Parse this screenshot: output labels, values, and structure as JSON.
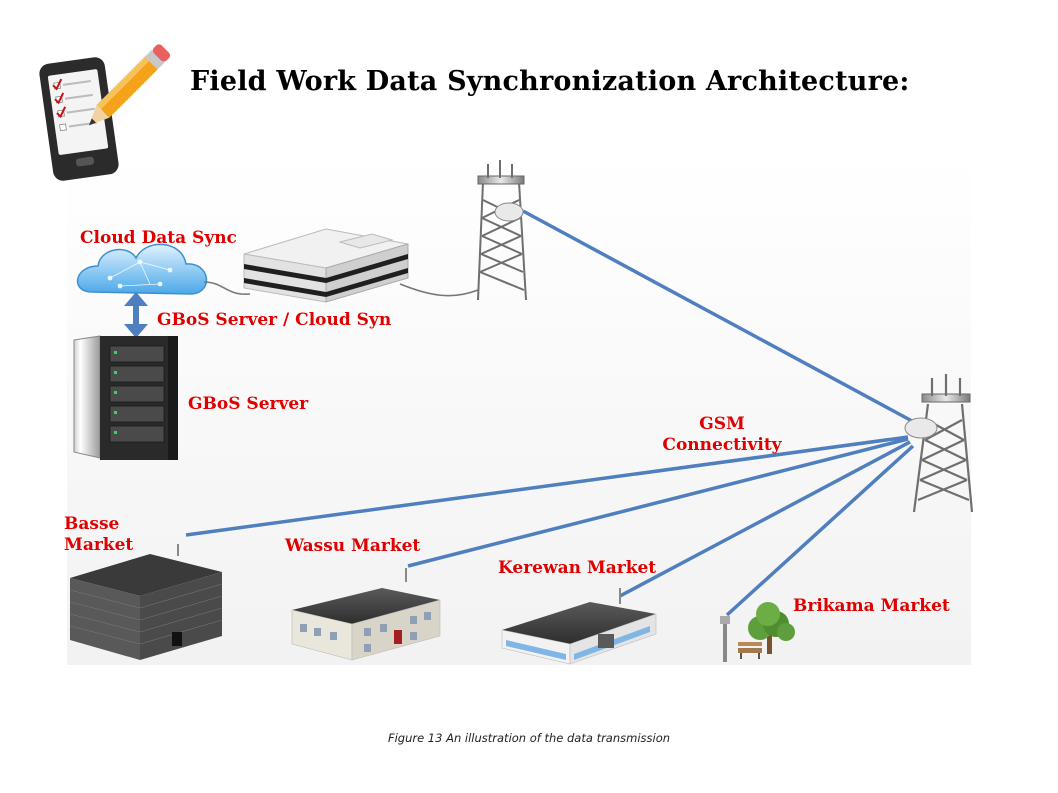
{
  "title": "Field Work Data Synchronization Architecture:",
  "labels": {
    "cloud": "Cloud Data Sync",
    "gbos_cloud": "GBoS Server / Cloud Syn",
    "gbos_server": "GBoS Server",
    "gsm_line1": "GSM",
    "gsm_line2": "Connectivity",
    "basse_line1": "Basse",
    "basse_line2": "Market",
    "wassu": "Wassu Market",
    "kerewan": "Kerewan Market",
    "brikama": "Brikama Market"
  },
  "caption": "Figure 13 An illustration of the data transmission",
  "colors": {
    "link": "#4f7fbf",
    "label_red": "#e00000",
    "panel_bg": "#f3f3f3"
  },
  "icons": [
    "smartphone-checklist-icon",
    "pencil-icon",
    "cloud-icon",
    "network-switch-icon",
    "server-rack-icon",
    "gsm-tower-icon",
    "building-icon",
    "tree-icon",
    "bench-icon"
  ]
}
